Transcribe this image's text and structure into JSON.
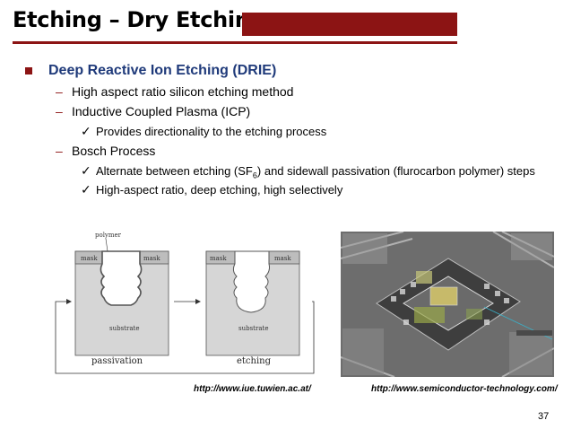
{
  "slide": {
    "title": "Etching – Dry Etching",
    "bullet": "Deep Reactive Ion Etching (DRIE)",
    "items": [
      {
        "text": "High aspect ratio silicon etching method"
      },
      {
        "text": "Inductive Coupled Plasma (ICP)"
      },
      {
        "text": "Bosch Process"
      }
    ],
    "icp_sub": "Provides directionality to the etching process",
    "bosch_sub1_pre": "Alternate between etching (SF",
    "bosch_sub1_sub": "6",
    "bosch_sub1_post": ") and sidewall passivation (flurocarbon polymer) steps",
    "bosch_sub2": "High-aspect ratio, deep etching, high selectively",
    "dash": "–",
    "check": "✓",
    "page_number": "37"
  },
  "diagram": {
    "polymer": "polymer",
    "mask": "mask",
    "substrate": "substrate",
    "passivation": "passivation",
    "etching": "etching"
  },
  "sources": {
    "left": "http://www.iue.tuwien.ac.at/",
    "right": "http://www.semiconductor-technology.com/"
  },
  "colors": {
    "accent": "#8c1414",
    "heading": "#1f3a7a"
  }
}
